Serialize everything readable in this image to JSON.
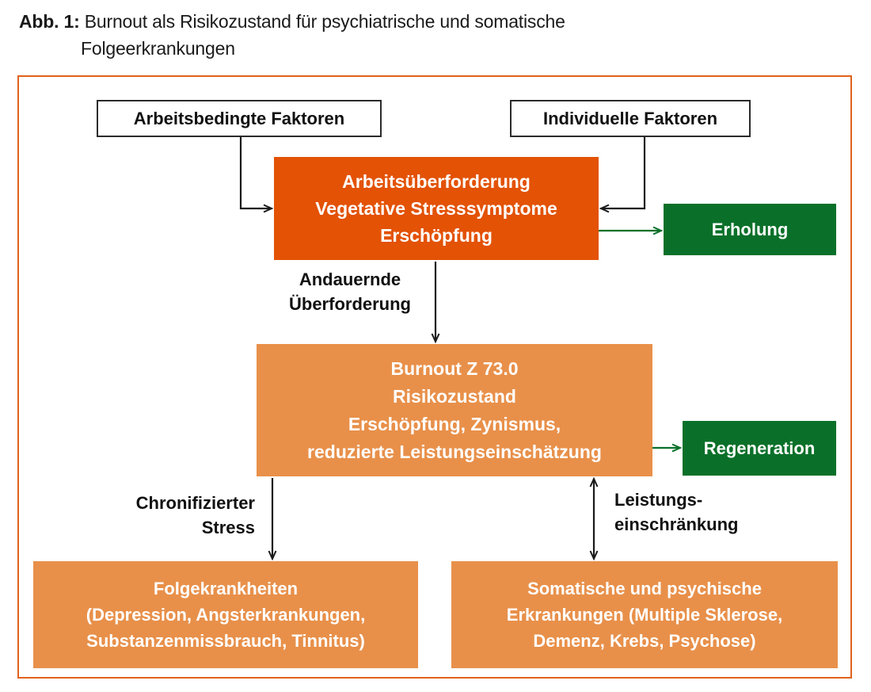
{
  "caption": {
    "prefix": "Abb. 1:",
    "line1": "Burnout als Risikozustand für psychiatrische und somatische",
    "line2": "Folgeerkrankungen"
  },
  "colors": {
    "frame_border": "#E0621C",
    "orange_dark": "#E35205",
    "orange_light": "#E8904A",
    "green": "#0A7029",
    "arrow_black": "#1a1a1a",
    "arrow_green": "#0A7029",
    "box_white": "#FFFFFF",
    "text_dark": "#111111",
    "text_light": "#FFFFFF"
  },
  "diagram": {
    "nodes": {
      "work_factors": "Arbeitsbedingte Faktoren",
      "individual_factors": "Individuelle Faktoren",
      "overload": "Arbeitsüberforderung\nVegetative Stresssymptome\nErschöpfung",
      "recovery": "Erholung",
      "burnout": "Burnout Z 73.0\nRisikozustand\nErschöpfung, Zynismus,\nreduzierte Leistungseinschätzung",
      "regeneration": "Regeneration",
      "consequences": "Folgekrankheiten\n(Depression, Angsterkrankungen,\nSubstanzenmissbrauch, Tinnitus)",
      "somatic": "Somatische und psychische\nErkrankungen (Multiple Sklerose,\nDemenz, Krebs, Psychose)"
    },
    "edge_labels": {
      "persistent_overload": "Andauernde\nÜberforderung",
      "chronic_stress": "Chronifizierter\nStress",
      "performance_impairment": "Leistungs-\neinschränkung"
    },
    "edges": [
      {
        "from": "work_factors",
        "to": "overload",
        "style": "elbow-right",
        "color": "black",
        "arrowheads": "end"
      },
      {
        "from": "individual_factors",
        "to": "overload",
        "style": "elbow-left",
        "color": "black",
        "arrowheads": "end"
      },
      {
        "from": "overload",
        "to": "recovery",
        "style": "straight-right",
        "color": "green",
        "arrowheads": "end"
      },
      {
        "from": "overload",
        "to": "burnout",
        "style": "straight-down",
        "color": "black",
        "arrowheads": "end",
        "label": "persistent_overload"
      },
      {
        "from": "burnout",
        "to": "regeneration",
        "style": "straight-right",
        "color": "green",
        "arrowheads": "end"
      },
      {
        "from": "burnout",
        "to": "consequences",
        "style": "straight-down",
        "color": "black",
        "arrowheads": "end",
        "label": "chronic_stress"
      },
      {
        "from": "somatic",
        "to": "burnout",
        "style": "straight-up",
        "color": "black",
        "arrowheads": "both",
        "label": "performance_impairment"
      }
    ]
  }
}
